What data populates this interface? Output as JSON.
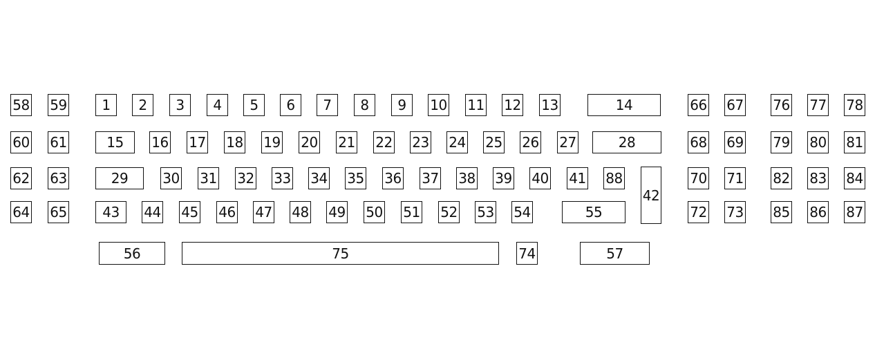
{
  "keyboard": {
    "rows": [
      [
        "58",
        "59",
        "1",
        "2",
        "3",
        "4",
        "5",
        "6",
        "7",
        "8",
        "9",
        "10",
        "11",
        "12",
        "13",
        "14",
        "66",
        "67",
        "76",
        "77",
        "78"
      ],
      [
        "60",
        "61",
        "15",
        "16",
        "17",
        "18",
        "19",
        "20",
        "21",
        "22",
        "23",
        "24",
        "25",
        "26",
        "27",
        "28",
        "68",
        "69",
        "79",
        "80",
        "81"
      ],
      [
        "62",
        "63",
        "29",
        "30",
        "31",
        "32",
        "33",
        "34",
        "35",
        "36",
        "37",
        "38",
        "39",
        "40",
        "41",
        "88",
        "42",
        "70",
        "71",
        "82",
        "83",
        "84"
      ],
      [
        "64",
        "65",
        "43",
        "44",
        "45",
        "46",
        "47",
        "48",
        "49",
        "50",
        "51",
        "52",
        "53",
        "54",
        "55",
        "72",
        "73",
        "85",
        "86",
        "87"
      ],
      [
        "56",
        "75",
        "74",
        "57"
      ]
    ]
  }
}
